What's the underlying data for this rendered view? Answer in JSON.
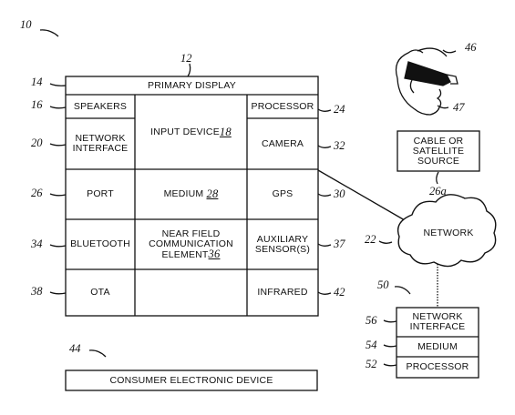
{
  "figure_ref": "10",
  "device": {
    "ref": "12",
    "header": {
      "label": "PRIMARY DISPLAY",
      "ref": "14"
    },
    "speakers": {
      "label": "SPEAKERS",
      "ref": "16"
    },
    "network_interface": {
      "label_line1": "NETWORK",
      "label_line2": "INTERFACE",
      "ref": "20"
    },
    "input_device": {
      "label": "INPUT DEVICE",
      "ref": "18"
    },
    "processor": {
      "label": "PROCESSOR",
      "ref": "24"
    },
    "camera": {
      "label": "CAMERA",
      "ref": "32"
    },
    "port": {
      "label": "PORT",
      "ref": "26"
    },
    "medium": {
      "label": "MEDIUM",
      "ref": "28"
    },
    "gps": {
      "label": "GPS",
      "ref": "30"
    },
    "bluetooth": {
      "label": "BLUETOOTH",
      "ref": "34"
    },
    "nfc": {
      "line1": "NEAR FIELD",
      "line2": "COMMUNICATION",
      "line3": "ELEMENT",
      "ref": "36"
    },
    "aux": {
      "line1": "AUXILIARY",
      "line2": "SENSOR(S)",
      "ref": "37"
    },
    "ota": {
      "label": "OTA",
      "ref": "38"
    },
    "infrared": {
      "label": "INFRARED",
      "ref": "42"
    }
  },
  "headset": {
    "ref_head": "46",
    "ref_glasses": "47"
  },
  "cable": {
    "line1": "CABLE OR",
    "line2": "SATELLITE",
    "line3": "SOURCE",
    "ref": "26a"
  },
  "network": {
    "label": "NETWORK",
    "ref": "22"
  },
  "server": {
    "ref": "50",
    "network_interface": {
      "line1": "NETWORK",
      "line2": "INTERFACE",
      "ref": "56"
    },
    "medium": {
      "label": "MEDIUM",
      "ref": "54"
    },
    "processor": {
      "label": "PROCESSOR",
      "ref": "52"
    }
  },
  "consumer": {
    "label": "CONSUMER ELECTRONIC DEVICE",
    "ref": "44"
  }
}
